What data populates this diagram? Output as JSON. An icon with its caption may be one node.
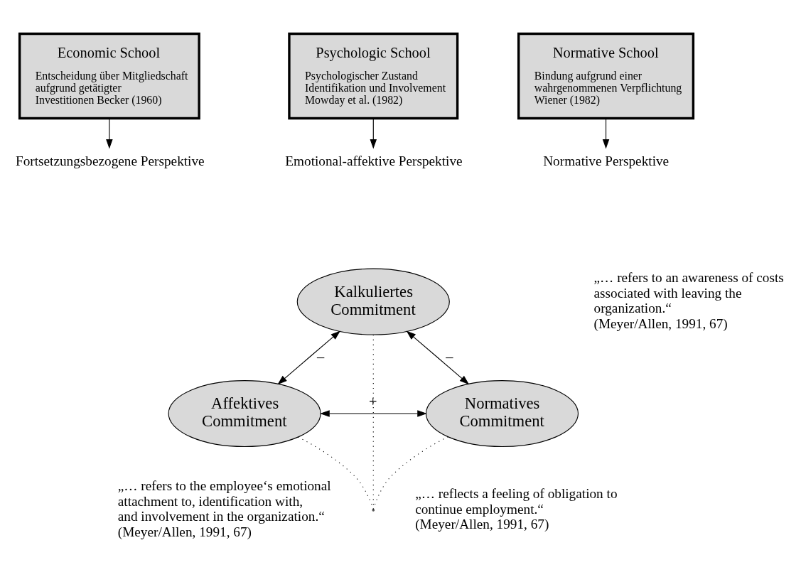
{
  "diagram": {
    "nodes": [
      {
        "text": [
          "Economic School",
          "Entscheidung über Mitgliedschaft aufgrund getätigter Investitionen Becker (1960)"
        ]
      },
      {
        "text": [
          "Psychologic School",
          "Psychologischer Zustand Identifikation und Involvement Mowday et al. (1982)"
        ]
      },
      {
        "text": [
          "Normative School",
          "Bindung aufgrund einer wahrgenommenen Verpflichtung Wiener (1982)"
        ]
      },
      {
        "text": [
          "Fortsetzungsbezogene Perspektive"
        ]
      },
      {
        "text": [
          "Emotional-affektive Perspektive"
        ]
      },
      {
        "text": [
          "Normative Perspektive"
        ]
      },
      {
        "text": [
          "Kalkuliertes Commitment"
        ],
        "beside": [
          "„… refers to an awareness of costs associated with leaving the organization.“",
          "(Meyer/Allen, 1991, 67)"
        ]
      },
      {
        "text": [
          "Affektives Commitment"
        ],
        "beside": [
          "„… refers to the employee‘s emotional attachment to, identification with, and involvement in the organization.“",
          "(Meyer/Allen, 1991, 67)"
        ]
      },
      {
        "text": [
          "Normatives Commitment"
        ],
        "beside": [
          "„… reflects a feeling of obligation to continue employment.“",
          "(Meyer/Allen, 1991, 67)"
        ]
      },
      {
        "text": [],
        "shape": "point"
      }
    ],
    "edges": [
      {
        "from": 0,
        "to": 3,
        "arrow": "to"
      },
      {
        "from": 1,
        "to": 4,
        "arrow": "to"
      },
      {
        "from": 2,
        "to": 5,
        "arrow": "to"
      },
      {
        "from": 6,
        "to": 9,
        "arrow": "none",
        "style": "dashed"
      },
      {
        "from": 7,
        "to": 9,
        "arrow": "none",
        "style": "dashed"
      },
      {
        "from": 8,
        "to": 9,
        "arrow": "none",
        "style": "dashed"
      },
      {
        "from": 6,
        "to": 7,
        "arrow": "both",
        "label": "–"
      },
      {
        "from": 6,
        "to": 8,
        "arrow": "both",
        "label": "–"
      },
      {
        "from": 7,
        "to": 8,
        "arrow": "both",
        "label": "+"
      }
    ]
  }
}
